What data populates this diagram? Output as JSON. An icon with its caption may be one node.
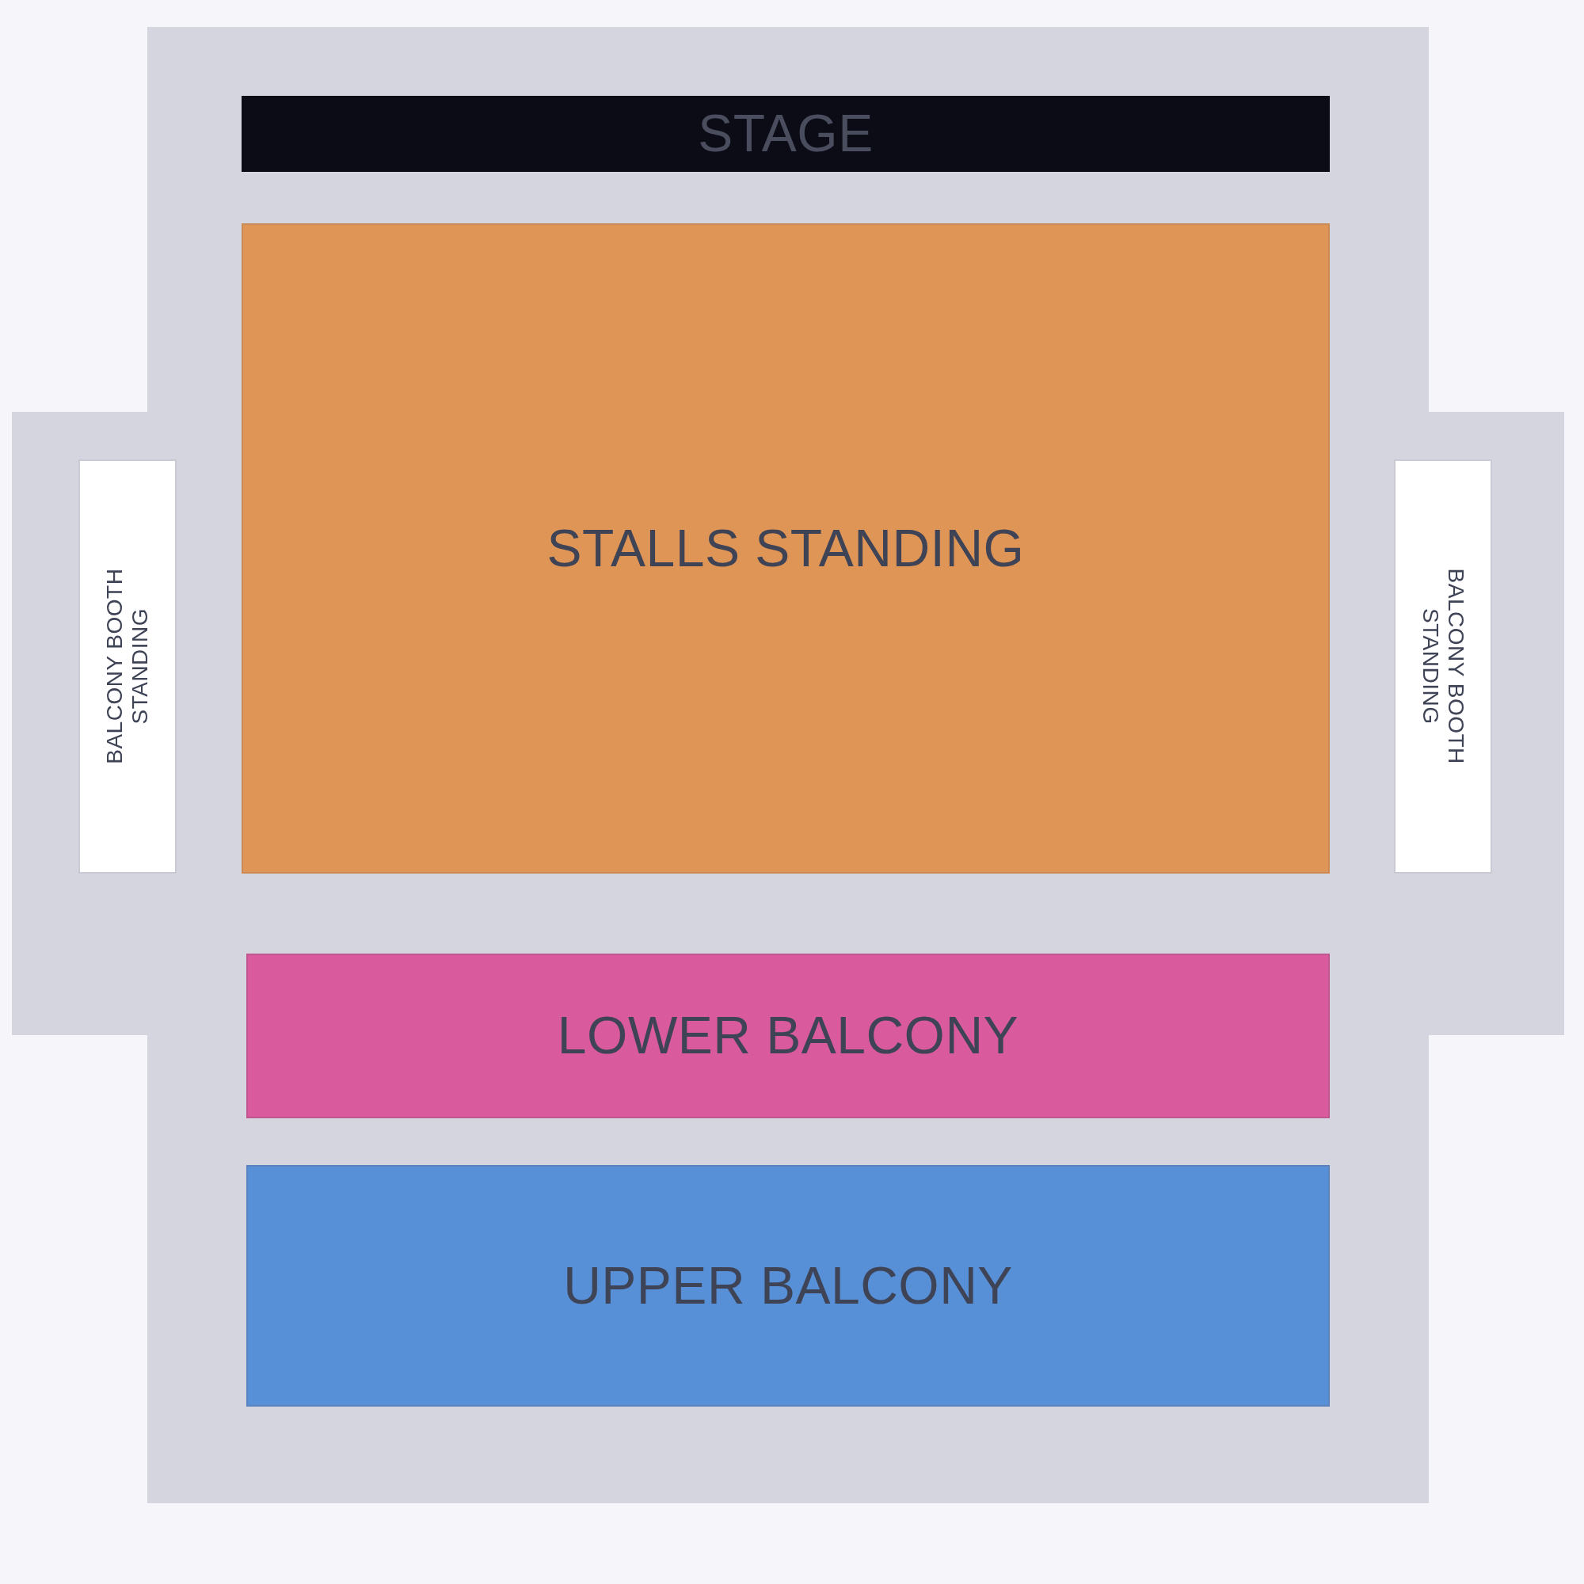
{
  "diagram": {
    "nodes": [
      {
        "text": [
          "STAGE"
        ]
      },
      {
        "text": [
          "STALLS STANDING"
        ]
      },
      {
        "text": [
          "BALCONY BOOTH STANDING"
        ]
      },
      {
        "text": [
          "BALCONY BOOTH STANDING"
        ]
      },
      {
        "text": [
          "LOWER BALCONY"
        ]
      },
      {
        "text": [
          "UPPER BALCONY"
        ]
      }
    ]
  }
}
